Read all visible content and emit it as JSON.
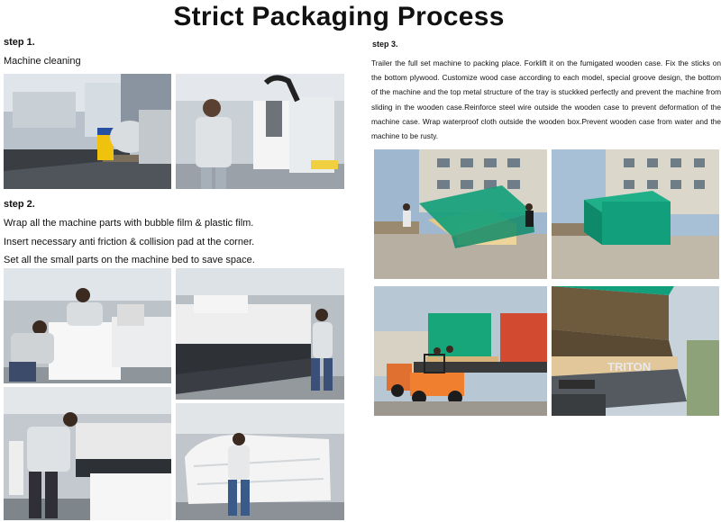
{
  "title": "Strict Packaging Process",
  "step1": {
    "label": "step 1.",
    "lines": [
      "Machine cleaning"
    ]
  },
  "step2": {
    "label": "step 2.",
    "lines": [
      "Wrap all the machine parts with bubble film & plastic film.",
      "Insert necessary anti friction & collision pad at the corner.",
      "Set all the small parts on the machine bed to save space."
    ]
  },
  "step3": {
    "label": "step 3.",
    "text": "Trailer the full set machine to packing place.   Forklift it on the fumigated wooden case. Fix the sticks on the bottom plywood.   Customize wood case according to each model, special groove design, the bottom of the machine and the top metal structure of the tray is stuckked perfectly and prevent the machine from sliding in the wooden case.Reinforce steel wire outside the wooden case to prevent deformation of the machine case. Wrap waterproof cloth outside the wooden box.Prevent wooden case from water and the machine to be rusty."
  },
  "photos": {
    "truck_label": "TRITON"
  }
}
